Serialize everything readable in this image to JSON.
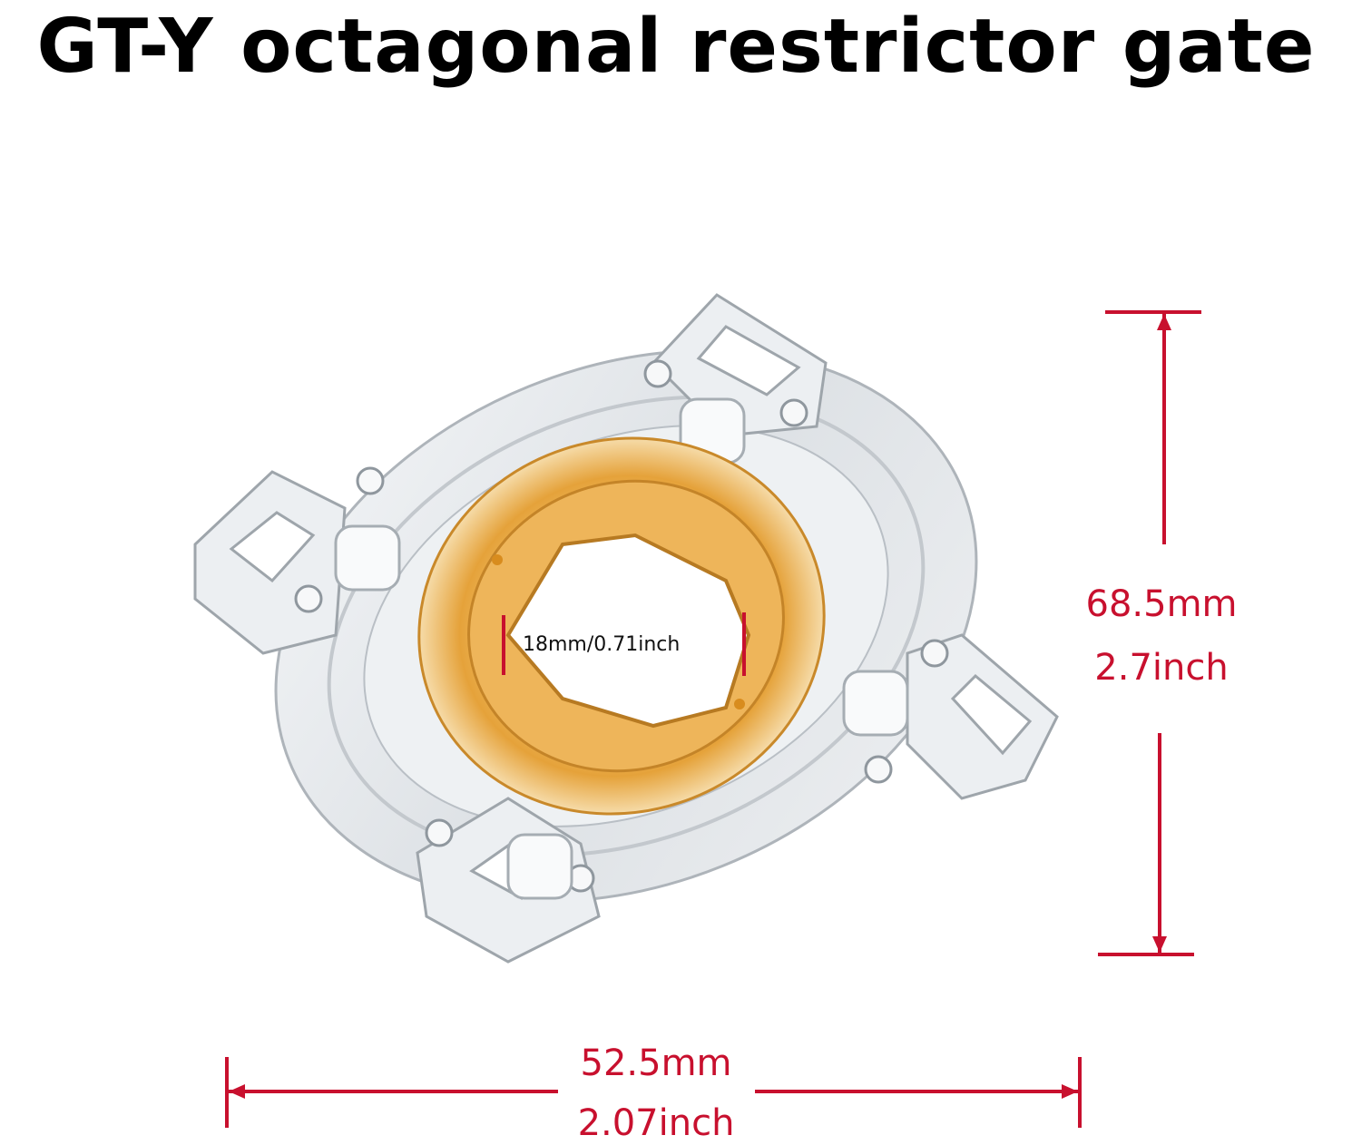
{
  "title": "GT-Y octagonal restrictor gate",
  "dimensions": {
    "height": {
      "mm": "68.5mm",
      "inch": "2.7inch"
    },
    "width": {
      "mm": "52.5mm",
      "inch": "2.07inch"
    },
    "inner": {
      "label": "18mm/0.71inch"
    }
  },
  "colors": {
    "dimension_line": "#c8102e",
    "restrictor_ring": "#e8a73a",
    "clear_plastic": "#e4e7ea"
  }
}
